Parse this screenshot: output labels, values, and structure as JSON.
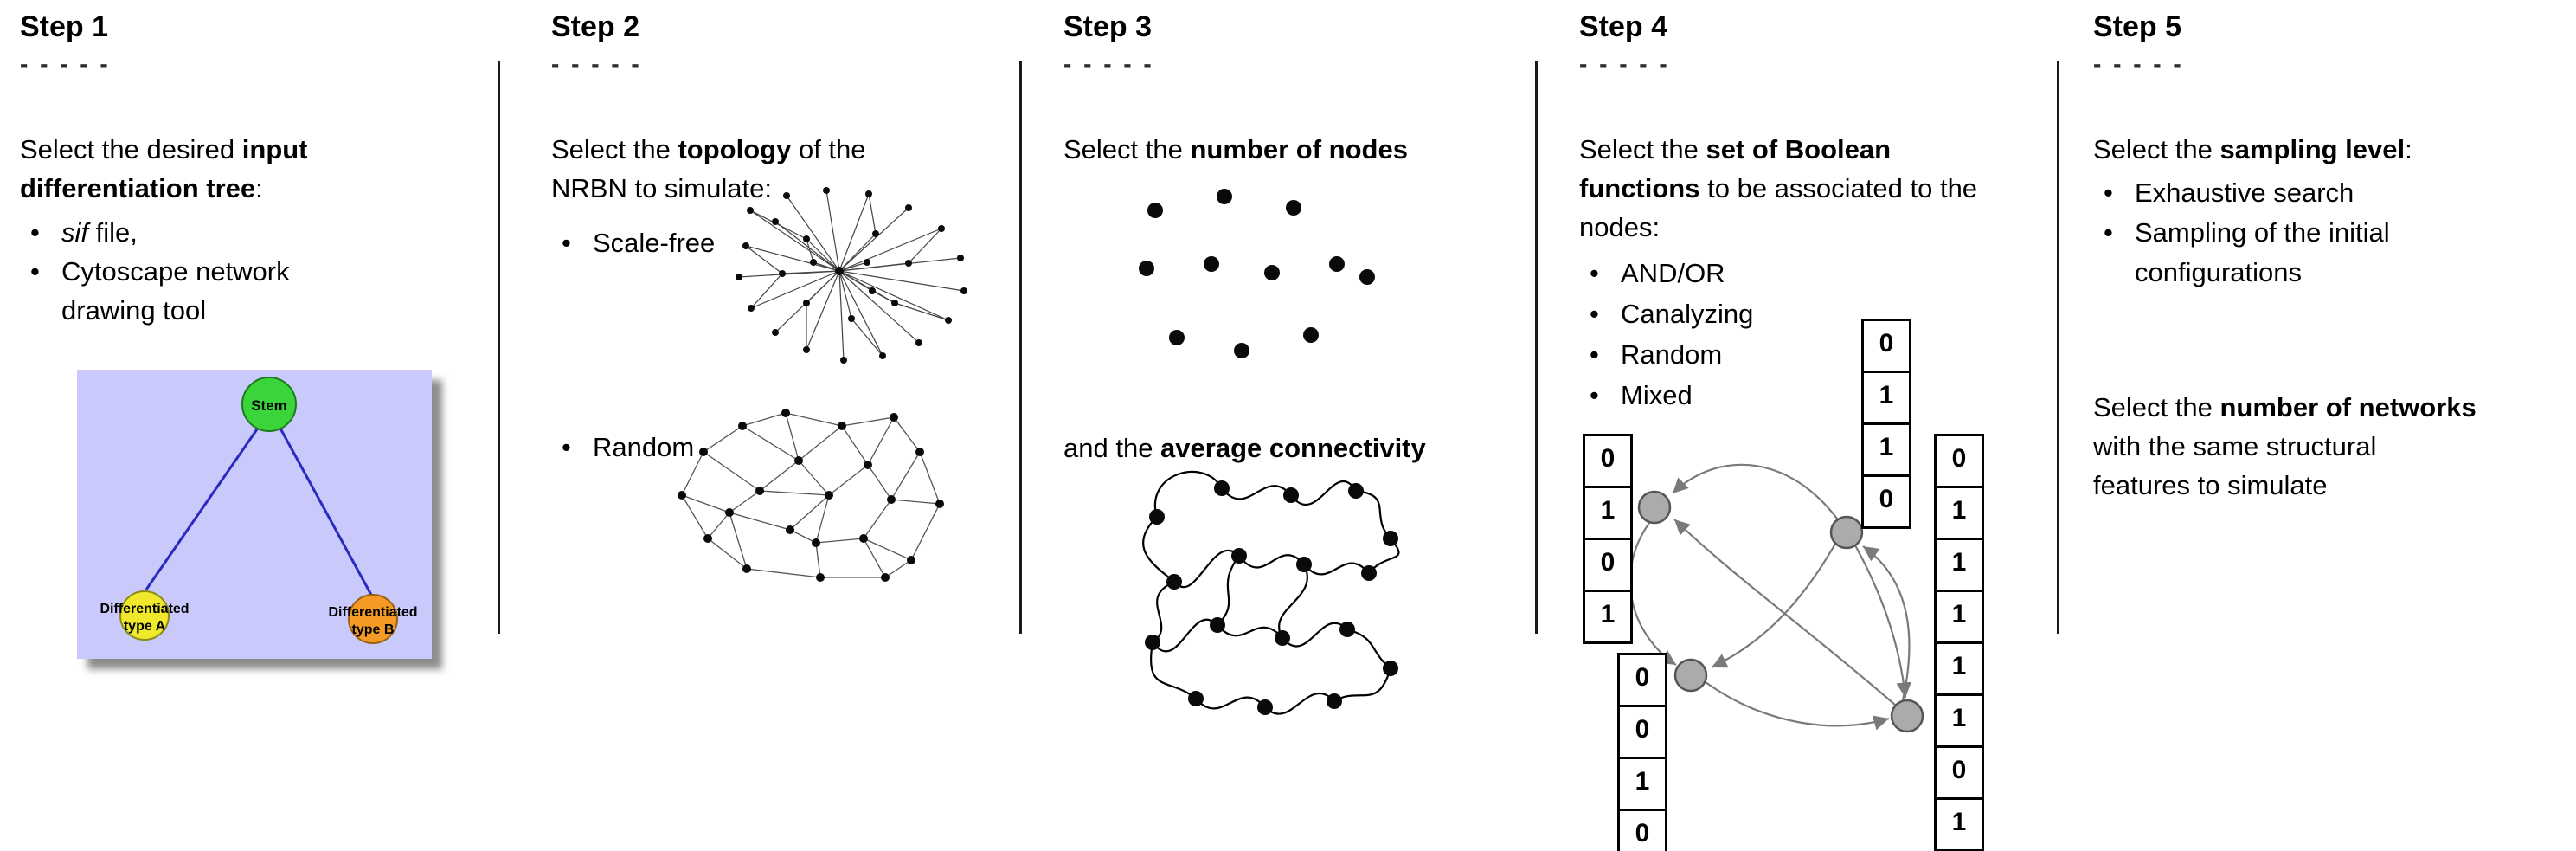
{
  "colors": {
    "tree_panel_bg": "#c9c9fb",
    "stem_node_fill": "#3bd53b",
    "type_a_node_fill": "#efe82c",
    "type_b_node_fill": "#f59b25",
    "tree_edge_blue": "#2a2ac0",
    "boolean_node_gray": "#ababab",
    "arrow_gray": "#7a7a7a",
    "network_dot_black": "#000000"
  },
  "steps": [
    {
      "title": "Step 1",
      "dashes": "- - - - -",
      "intro": {
        "pre": "Select the desired ",
        "bold": "input differentiation tree",
        "post": ":"
      },
      "bullets": [
        {
          "italic": "sif",
          "rest": " file,"
        },
        {
          "text": "Cytoscape network drawing tool"
        }
      ],
      "figure": {
        "stem_label": "Stem",
        "type_a_label_line1": "Differentiated",
        "type_a_label_line2": "type A",
        "type_b_label_line1": "Differentiated",
        "type_b_label_line2": "type B"
      }
    },
    {
      "title": "Step 2",
      "dashes": "- - - - -",
      "intro": {
        "pre": "Select the ",
        "bold": "topology",
        "post": " of the NRBN to simulate:"
      },
      "bullets": [
        {
          "text": "Scale-free"
        },
        {
          "text": "Random"
        }
      ]
    },
    {
      "title": "Step 3",
      "dashes": "- - - - -",
      "intro": {
        "pre": "Select the ",
        "bold": "number of nodes",
        "post": ""
      },
      "second": {
        "pre": "and the ",
        "bold": "average connectivity",
        "post": ""
      }
    },
    {
      "title": "Step 4",
      "dashes": "- - - - -",
      "intro": {
        "pre": "Select the ",
        "bold": "set of Boolean functions",
        "post": " to be associated to the nodes:"
      },
      "bullets": [
        {
          "text": "AND/OR"
        },
        {
          "text": "Canalyzing"
        },
        {
          "text": "Random"
        },
        {
          "text": "Mixed"
        }
      ],
      "truth_tables": {
        "left": [
          "0",
          "1",
          "0",
          "1"
        ],
        "top": [
          "0",
          "1",
          "1",
          "0"
        ],
        "bottom_left": [
          "0",
          "0",
          "1",
          "0"
        ],
        "right": [
          "0",
          "1",
          "1",
          "1",
          "1",
          "1",
          "0",
          "1"
        ]
      }
    },
    {
      "title": "Step 5",
      "dashes": "- - - - -",
      "intro": {
        "pre": "Select the ",
        "bold": "sampling level",
        "post": ":"
      },
      "bullets": [
        {
          "text": "Exhaustive search"
        },
        {
          "text": "Sampling of the initial configurations"
        }
      ],
      "second": {
        "pre": "Select the ",
        "bold": "number of networks",
        "post": " with the same structural features to simulate"
      }
    }
  ]
}
